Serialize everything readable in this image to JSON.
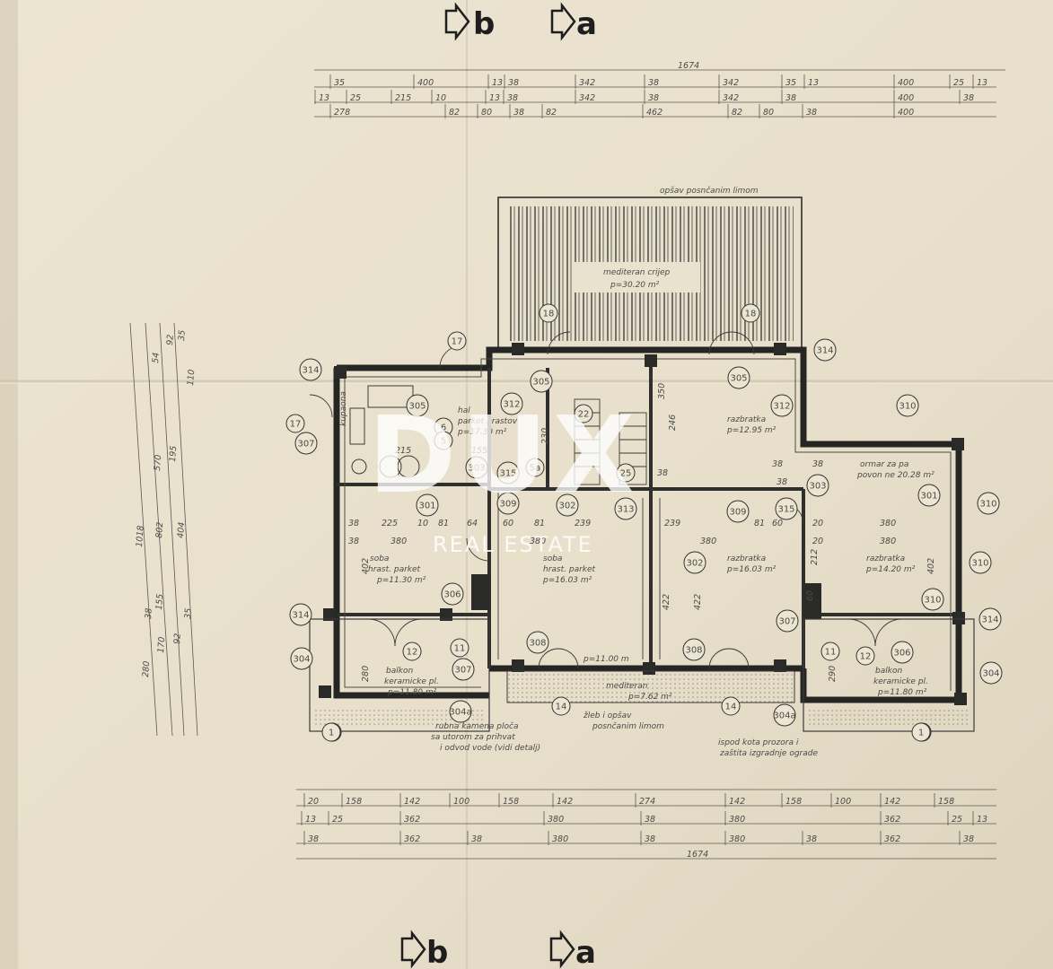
{
  "section_markers": {
    "top_b": "b",
    "top_a": "a",
    "bottom_b": "b",
    "bottom_a": "a"
  },
  "watermark": {
    "brand": "DUX",
    "tagline": "REAL ESTATE"
  },
  "overall_width": "1674",
  "top_dims": {
    "row1": [
      "35",
      "400",
      "13",
      "38",
      "342",
      "38",
      "342",
      "35",
      "13",
      "400",
      "25",
      "13"
    ],
    "row2": [
      "13",
      "25",
      "215",
      "10",
      "13",
      "38",
      "342",
      "38",
      "342",
      "38",
      "400",
      "38"
    ],
    "row3": [
      "278",
      "82",
      "80",
      "38",
      "82",
      "462",
      "82",
      "80",
      "38",
      "400"
    ]
  },
  "bottom_dims": {
    "row1": [
      "20",
      "158",
      "142",
      "100",
      "158",
      "142",
      "274",
      "142",
      "158",
      "100",
      "142",
      "158"
    ],
    "row2": [
      "13",
      "25",
      "362",
      "380",
      "38",
      "380",
      "362",
      "25",
      "13"
    ],
    "row3": [
      "38",
      "362",
      "38",
      "380",
      "38",
      "380",
      "38",
      "362",
      "38"
    ]
  },
  "left_dims": [
    "1018",
    "570",
    "802",
    "404",
    "280",
    "170",
    "92",
    "35",
    "54",
    "92",
    "35",
    "38",
    "155",
    "195",
    "110"
  ],
  "rooms": {
    "roof_note": "opšav posnčanim limom",
    "roof": [
      "mediteran crijep",
      "p=30.20 m²"
    ],
    "hall": [
      "hal",
      "parket hrastov",
      "p=17.30 m²"
    ],
    "kitchen": [
      "razbratka",
      "p=12.95 m²"
    ],
    "cabinet": [
      "ormar za pa",
      "povon ne 20.28 m²"
    ],
    "room1": [
      "soba",
      "hrast. parket",
      "p=11.30 m²"
    ],
    "room2": [
      "soba",
      "hrast. parket",
      "p=16.03 m²"
    ],
    "room3": [
      "razbratka",
      "p=16.03 m²"
    ],
    "room4": [
      "razbratka",
      "p=14.20 m²"
    ],
    "balcony_left": [
      "balkon",
      "keramicke pl.",
      "p=11.80 m²"
    ],
    "balcony_right": [
      "balkon",
      "keramicke pl.",
      "p=11.80 m²"
    ],
    "terrace": [
      "mediteran",
      "p=7.62 m²"
    ],
    "wash": [
      "p=11.00 m"
    ],
    "gutter_note": [
      "žleb i opšav",
      "posnčanim limom"
    ],
    "slab_note": [
      "rubna kamena ploča",
      "sa utorom za prihvat",
      "i odvod vode (vidi detalj)"
    ],
    "fill_note": [
      "ispod kota prozora i",
      "zaštita izgradnje ograde"
    ],
    "closet": [
      "kupaona"
    ]
  },
  "bubbles": [
    "314",
    "305",
    "312",
    "305",
    "17",
    "18",
    "18",
    "314",
    "312",
    "310",
    "17",
    "307",
    "6",
    "5",
    "303",
    "315",
    "5a",
    "22",
    "301",
    "309",
    "302",
    "313",
    "309",
    "315",
    "303",
    "301",
    "310",
    "310",
    "302",
    "306",
    "314",
    "12",
    "11",
    "307",
    "308",
    "308",
    "307",
    "11",
    "12",
    "306",
    "310",
    "314",
    "304",
    "304a",
    "14",
    "14",
    "304a",
    "304",
    "1",
    "1",
    "25",
    "305"
  ],
  "interior_dims": [
    "225",
    "10",
    "81",
    "64",
    "60",
    "81",
    "239",
    "239",
    "81",
    "60",
    "20",
    "380",
    "20",
    "380",
    "380",
    "380",
    "380",
    "402",
    "422",
    "422",
    "402",
    "350",
    "246",
    "215",
    "155",
    "230",
    "280",
    "290",
    "212",
    "60",
    "38",
    "38",
    "38",
    "38",
    "38",
    "38"
  ]
}
